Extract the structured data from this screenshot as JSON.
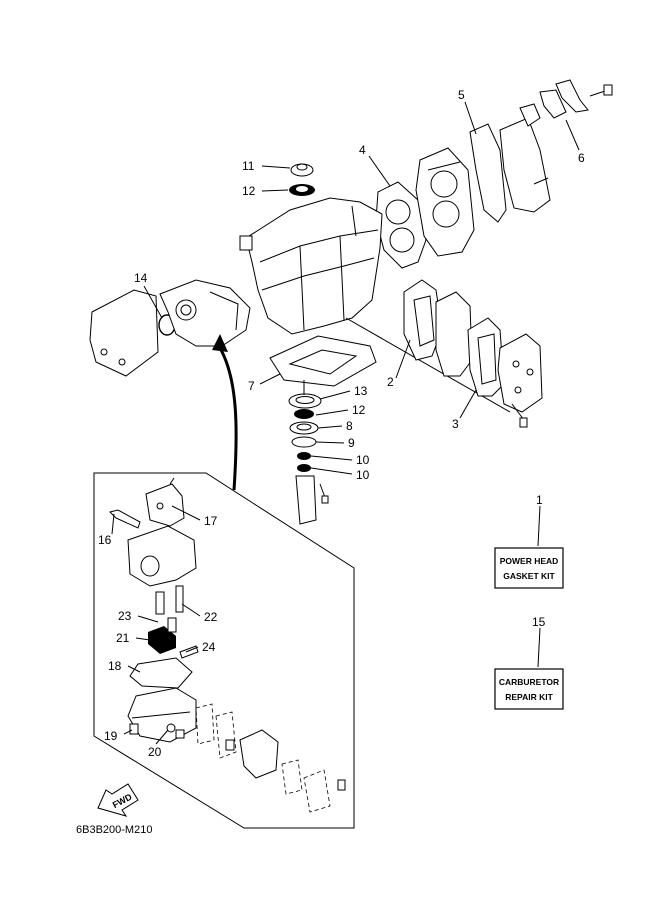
{
  "callouts": {
    "c1": "1",
    "c2": "2",
    "c3": "3",
    "c4": "4",
    "c5": "5",
    "c6": "6",
    "c7": "7",
    "c8": "8",
    "c9": "9",
    "c10a": "10",
    "c10b": "10",
    "c11": "11",
    "c12a": "12",
    "c12b": "12",
    "c13": "13",
    "c14": "14",
    "c15": "15",
    "c16": "16",
    "c17": "17",
    "c18": "18",
    "c19": "19",
    "c20": "20",
    "c21": "21",
    "c22": "22",
    "c23": "23",
    "c24": "24"
  },
  "kits": {
    "power_head_line1": "POWER HEAD",
    "power_head_line2": "GASKET KIT",
    "carburetor_line1": "CARBURETOR",
    "carburetor_line2": "REPAIR KIT"
  },
  "fwd_label": "FWD",
  "diagram_code": "6B3B200-M210"
}
